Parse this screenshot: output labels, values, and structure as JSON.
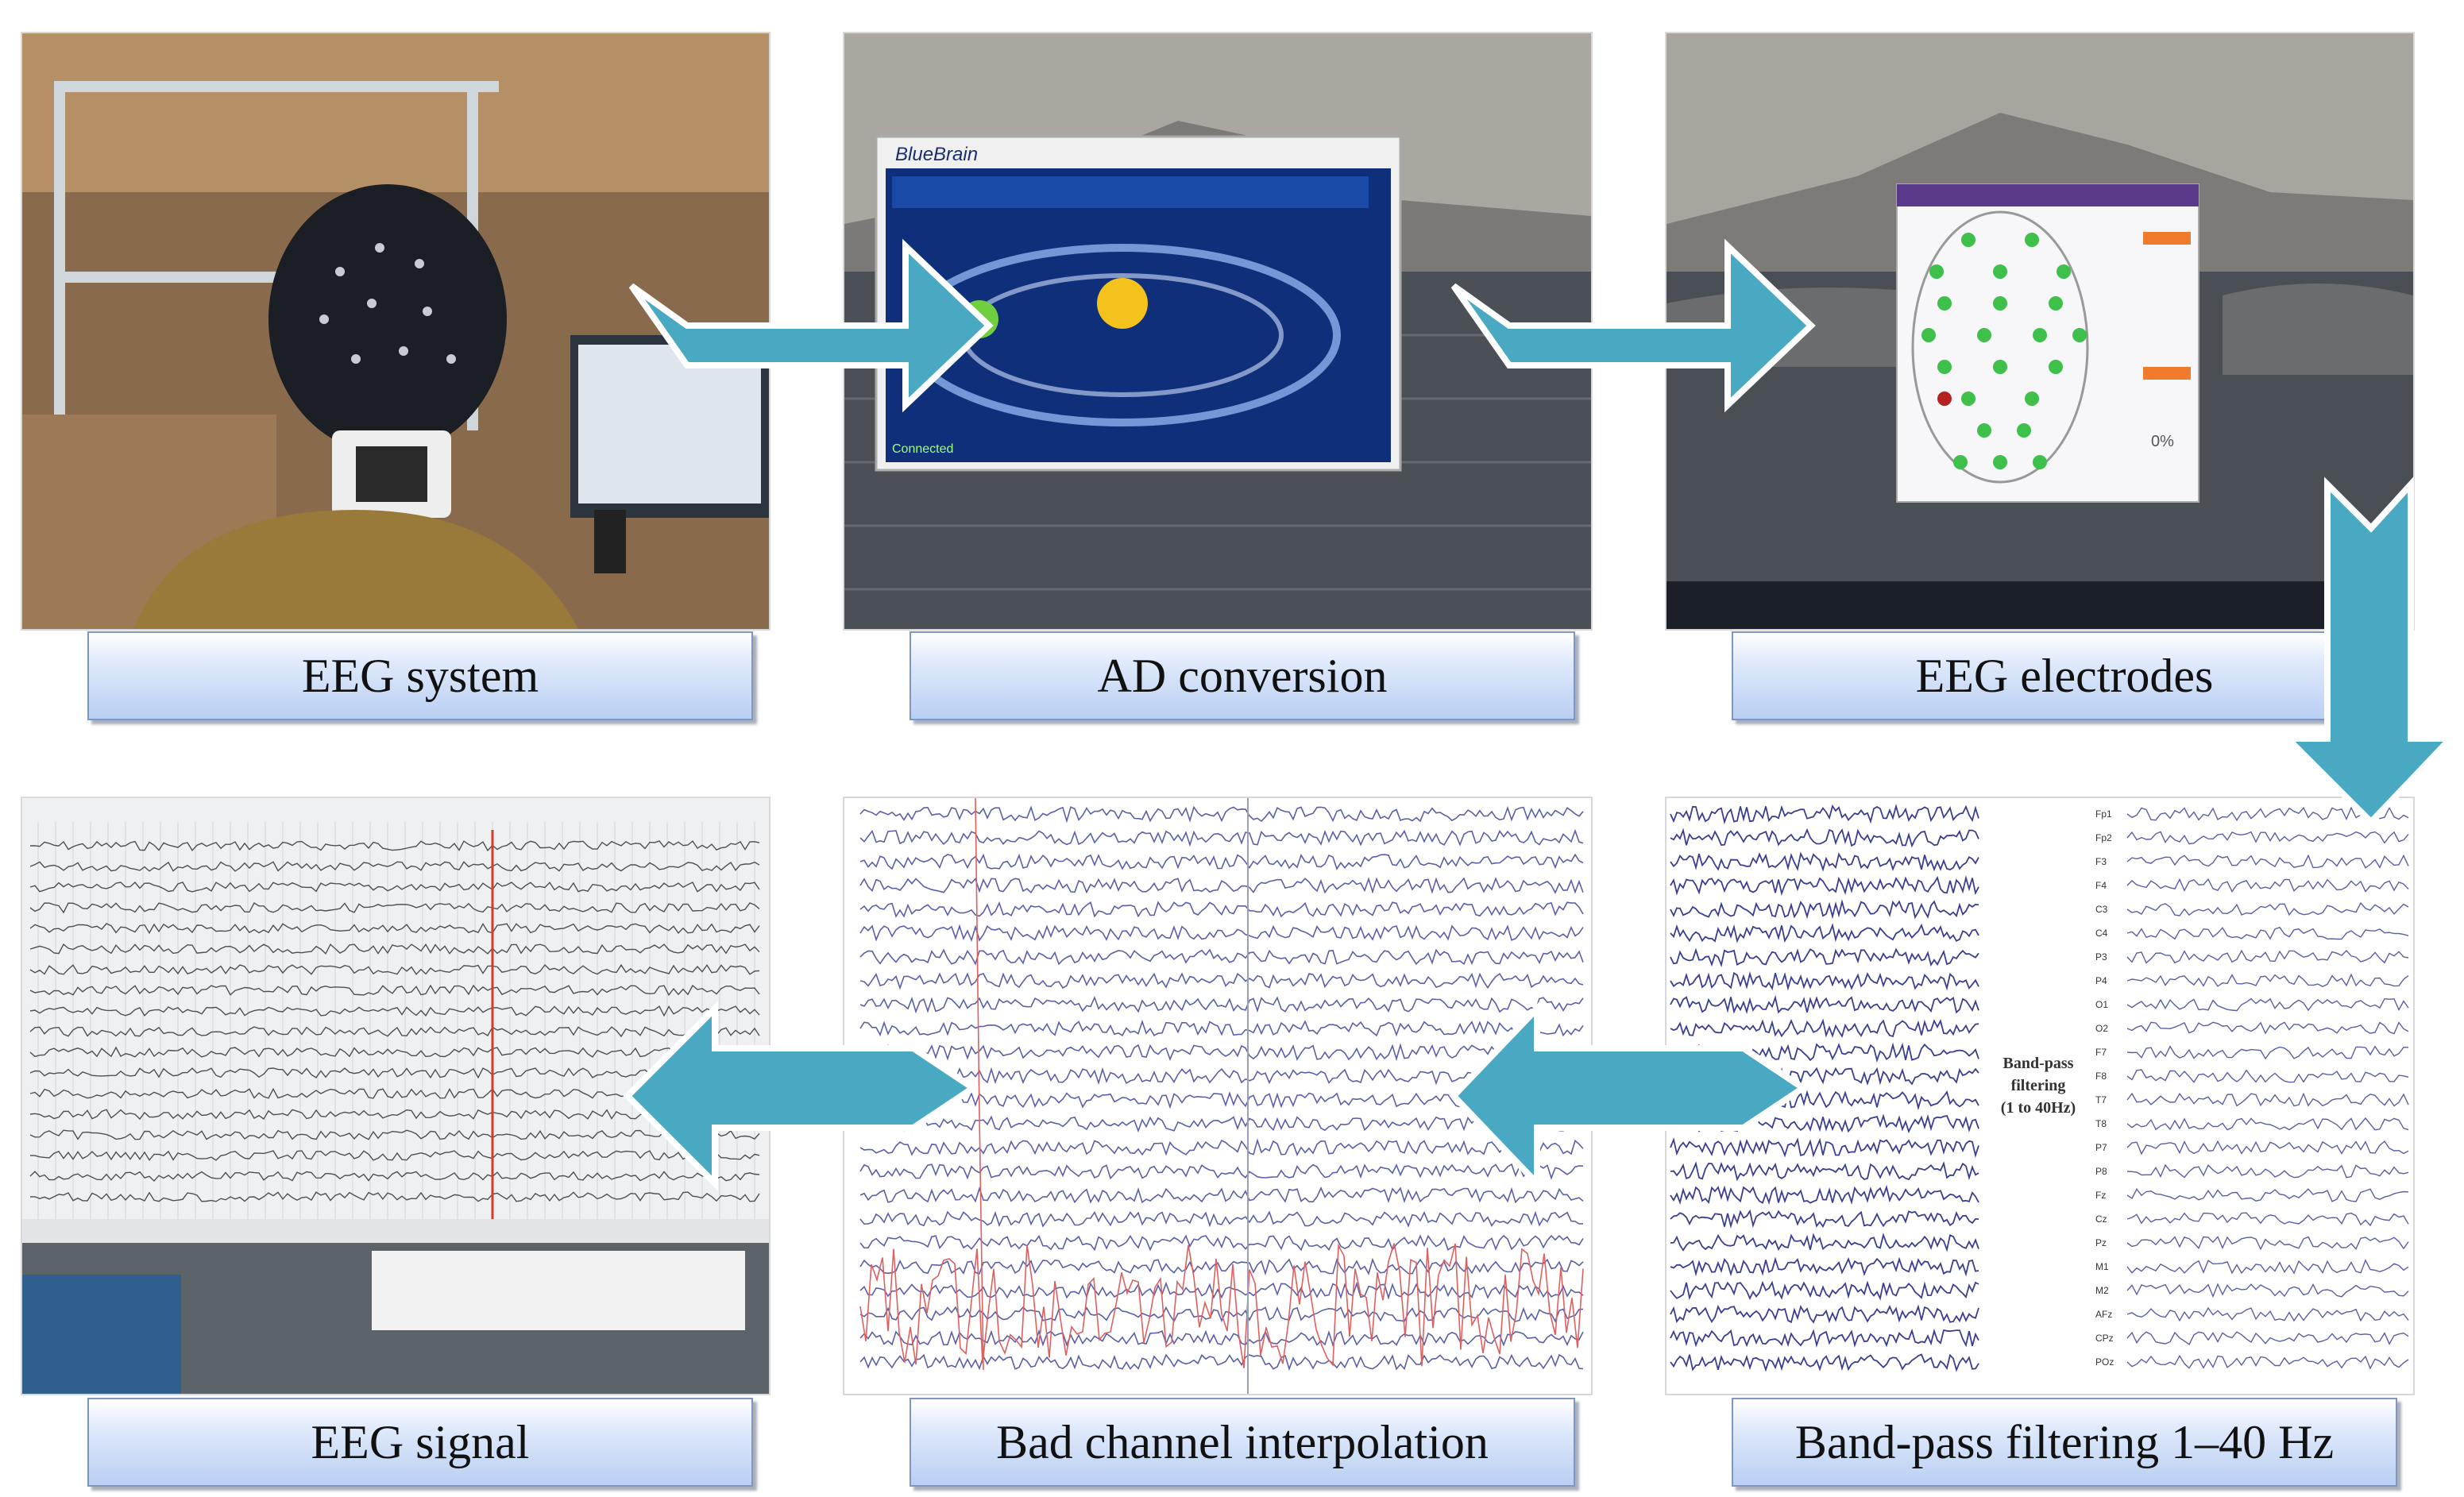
{
  "steps": [
    {
      "id": "eeg-system",
      "label": "EEG system"
    },
    {
      "id": "ad-conversion",
      "label": "AD conversion"
    },
    {
      "id": "eeg-electrodes",
      "label": "EEG electrodes"
    },
    {
      "id": "band-pass-filtering",
      "label": "Band-pass filtering 1–40 Hz"
    },
    {
      "id": "bad-channel-interpolation",
      "label": "Bad channel interpolation"
    },
    {
      "id": "eeg-signal",
      "label": "EEG signal"
    }
  ],
  "panel_text": {
    "app_logo": "BlueBrain",
    "status": "Connected",
    "filter_note": [
      "Band-pass",
      "filtering",
      "(1 to 40Hz)"
    ],
    "channels": [
      "Fp1",
      "Fp2",
      "F3",
      "F4",
      "C3",
      "C4",
      "P3",
      "P4",
      "O1",
      "O2",
      "F7",
      "F8",
      "T7",
      "T8",
      "P7",
      "P8",
      "Fz",
      "Cz",
      "Pz",
      "M1",
      "M2",
      "AFz",
      "CPz",
      "POz"
    ],
    "quality_pct": "0%"
  },
  "colors": {
    "arrow": "#4aa9c2",
    "arrow_outline": "#ffffff",
    "label_border": "#7f96c2",
    "trace": "#4a4f9e",
    "bad_trace": "#e06060"
  },
  "flow_order": [
    "eeg-system",
    "ad-conversion",
    "eeg-electrodes",
    "band-pass-filtering",
    "bad-channel-interpolation",
    "eeg-signal"
  ]
}
